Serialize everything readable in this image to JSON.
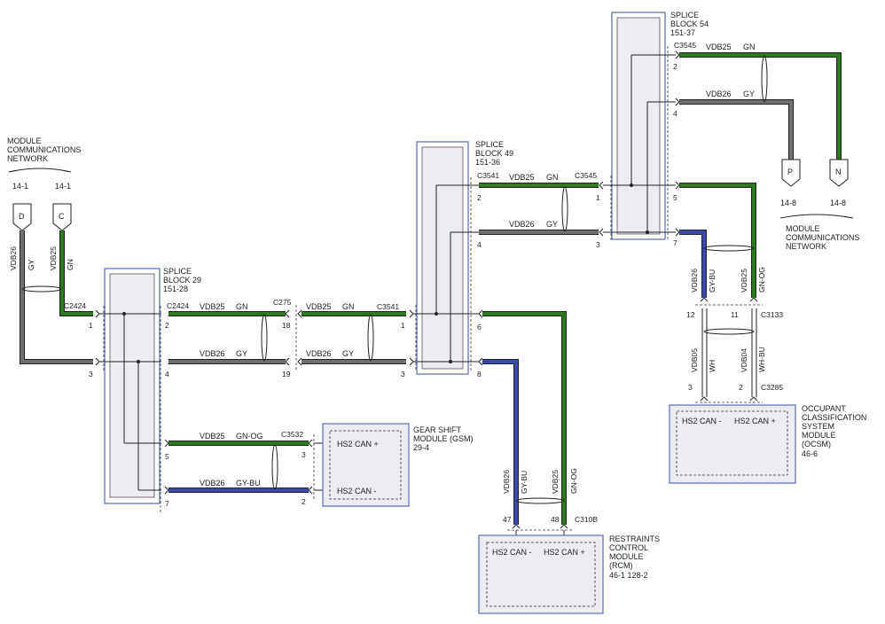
{
  "mcn_left": {
    "title_lines": [
      "MODULE",
      "COMMUNICATIONS",
      "NETWORK"
    ],
    "refs": [
      "14-1",
      "14-1"
    ],
    "connectors": [
      "D",
      "C"
    ],
    "wire_labels": [
      [
        "VDB26",
        "GY"
      ],
      [
        "VDB25",
        "GN"
      ]
    ]
  },
  "mcn_right": {
    "title_lines": [
      "MODULE",
      "COMMUNICATIONS",
      "NETWORK"
    ],
    "refs": [
      "14-8",
      "14-8"
    ],
    "connectors": [
      "P",
      "N"
    ]
  },
  "splice29": {
    "title_lines": [
      "SPLICE",
      "BLOCK 29",
      "151-28"
    ],
    "connector": "C2424",
    "pins": [
      "1",
      "2",
      "3",
      "4",
      "5",
      "7"
    ]
  },
  "splice49": {
    "title_lines": [
      "SPLICE",
      "BLOCK 49",
      "151-36"
    ],
    "connector": "C3541",
    "pins": [
      "2",
      "4",
      "6",
      "8"
    ]
  },
  "splice54": {
    "title_lines": [
      "SPLICE",
      "BLOCK 54",
      "151-37"
    ],
    "connector": "C3545",
    "pins": [
      "2",
      "4",
      "5",
      "7"
    ]
  },
  "wires": {
    "gn_top": [
      "VDB25",
      "GN"
    ],
    "gy_top": [
      "VDB26",
      "GY"
    ],
    "gn_og": [
      "VDB25",
      "GN-OG"
    ],
    "gy_bu": [
      "VDB26",
      "GY-BU"
    ],
    "wh": [
      "VDB05",
      "WH"
    ],
    "wh_bu": [
      "VDB04",
      "WH-BU"
    ]
  },
  "connectors": {
    "c275": "C275",
    "c275_pins": [
      "18",
      "19"
    ],
    "c3541": "C3541",
    "c3541_pins": [
      "1",
      "3"
    ],
    "c3545": "C3545",
    "c3545_pins": [
      "1",
      "3"
    ],
    "c2424": "C2424",
    "c3532": "C3532",
    "c3532_pins": [
      "3",
      "2"
    ],
    "c310b": "C310B",
    "c310b_pins": [
      "47",
      "48"
    ],
    "c3133": "C3133",
    "c3133_pins": [
      "12",
      "11"
    ],
    "c3285": "C3285",
    "c3285_pins": [
      "3",
      "2"
    ]
  },
  "gsm": {
    "title_lines": [
      "GEAR SHIFT",
      "MODULE (GSM)",
      "29-4"
    ],
    "pins": [
      "HS2 CAN +",
      "HS2 CAN -"
    ]
  },
  "rcm": {
    "title_lines": [
      "RESTRAINTS",
      "CONTROL",
      "MODULE",
      "(RCM)",
      "46-1   128-2"
    ],
    "pins": [
      "HS2 CAN -",
      "HS2 CAN +"
    ]
  },
  "ocsm": {
    "title_lines": [
      "OCCUPANT",
      "CLASSIFICATION",
      "SYSTEM",
      "MODULE",
      "(OCSM)",
      "46-6"
    ],
    "pins": [
      "HS2 CAN -",
      "HS2 CAN +"
    ]
  },
  "colors": {
    "gn": "#2d7a1e",
    "gy": "#707070",
    "bu": "#3a49b0",
    "frame": "#5a6ab8"
  }
}
